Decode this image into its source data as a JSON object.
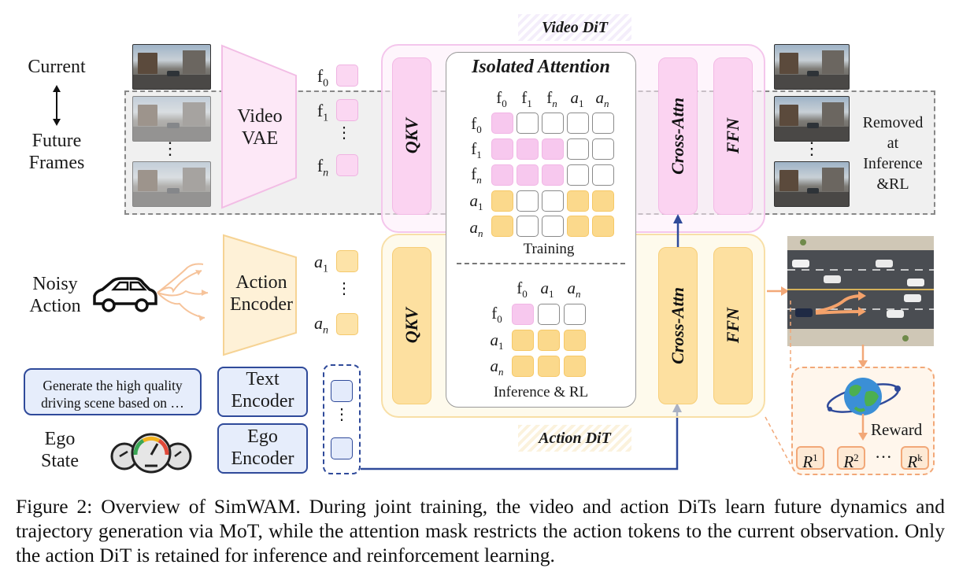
{
  "left_labels": {
    "current": "Current",
    "future_frames_line1": "Future",
    "future_frames_line2": "Frames",
    "noisy_action_line1": "Noisy",
    "noisy_action_line2": "Action",
    "ego_state_line1": "Ego",
    "ego_state_line2": "State",
    "prompt_text": "Generate the high quality driving scene based on …"
  },
  "encoders": {
    "video_vae_line1": "Video",
    "video_vae_line2": "VAE",
    "action_encoder_line1": "Action",
    "action_encoder_line2": "Encoder",
    "text_encoder_line1": "Text",
    "text_encoder_line2": "Encoder",
    "ego_encoder_line1": "Ego",
    "ego_encoder_line2": "Encoder"
  },
  "tokens": {
    "f0": "f",
    "f0_sub": "0",
    "f1": "f",
    "f1_sub": "1",
    "fn": "f",
    "fn_sub": "n",
    "a1": "a",
    "a1_sub": "1",
    "an": "a",
    "an_sub": "n",
    "vdots": "⋮"
  },
  "video_dit": {
    "title": "Video DiT",
    "qkv": "QKV",
    "cross_attn": "Cross-Attn",
    "ffn": "FFN"
  },
  "action_dit": {
    "title": "Action DiT",
    "qkv": "QKV",
    "cross_attn": "Cross-Attn",
    "ffn": "FFN"
  },
  "isolated_attention": {
    "title": "Isolated Attention",
    "training_label": "Training",
    "inference_label": "Inference & RL",
    "training_cols": [
      "f0",
      "f1",
      "fn",
      "a1",
      "an"
    ],
    "training_rows": [
      "f0",
      "f1",
      "fn",
      "a1",
      "an"
    ],
    "inference_cols": [
      "f0",
      "a1",
      "an"
    ],
    "inference_rows": [
      "f0",
      "a1",
      "an"
    ]
  },
  "right_labels": {
    "removed_line1": "Removed",
    "removed_line2": "at",
    "removed_line3": "Inference",
    "removed_line4": "&RL",
    "reward": "Reward",
    "r1": "R",
    "r1_sup": "1",
    "r2": "R",
    "r2_sup": "2",
    "rk": "R",
    "rk_sup": "k",
    "r_dots": "···"
  },
  "caption": "Figure 2: Overview of SimWAM. During joint training, the video and action DiTs learn future dynamics and trajectory generation via MoT, while the attention mask restricts the action tokens to the current observation. Only the action DiT is retained for inference and reinforcement learning.",
  "colors": {
    "video_pink": "#fbd7f2",
    "action_orange": "#fde3a8",
    "arrow_blue": "#2f4a9a",
    "arrow_orange": "#f2a878"
  }
}
